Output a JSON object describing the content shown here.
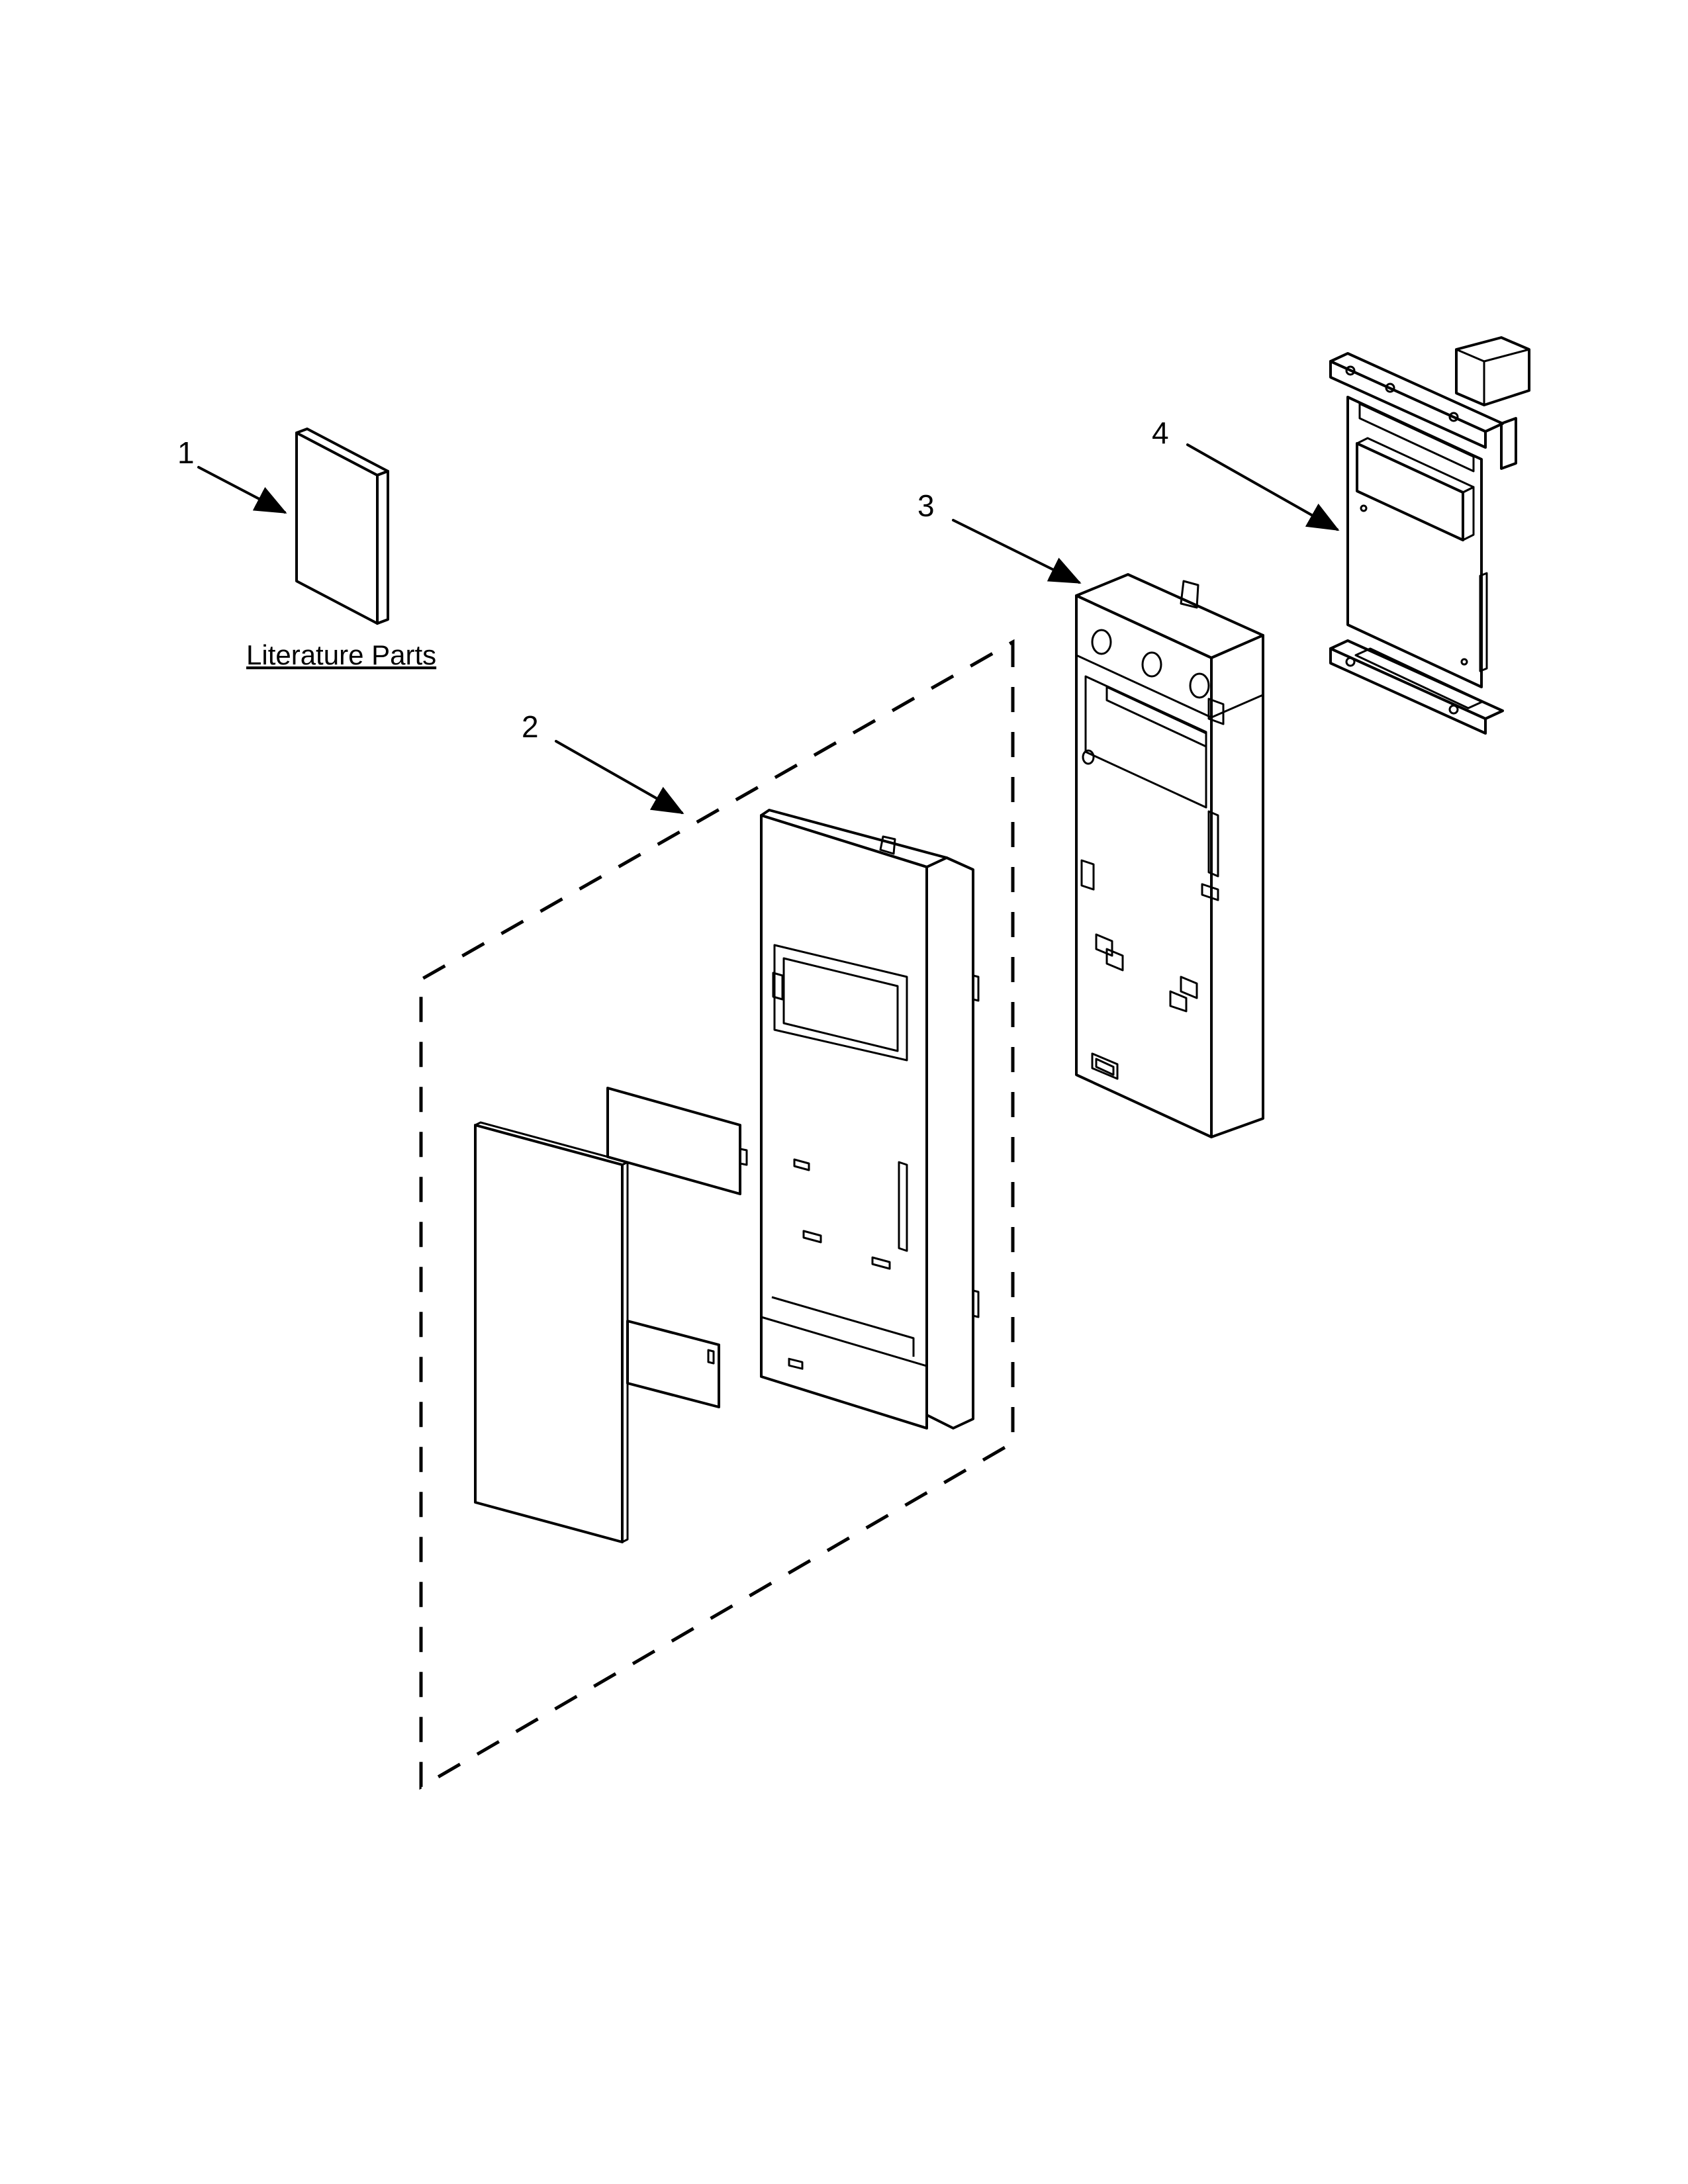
{
  "callouts": {
    "c1": "1",
    "c2": "2",
    "c3": "3",
    "c4": "4"
  },
  "literature_label": "Literature Parts"
}
